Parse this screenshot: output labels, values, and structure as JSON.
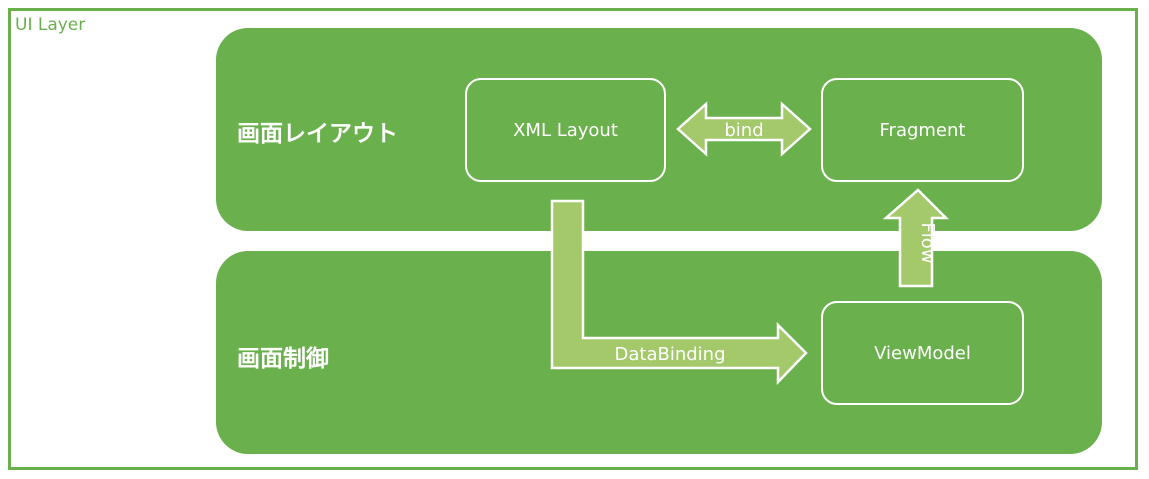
{
  "outer": {
    "label": "UI Layer"
  },
  "layers": {
    "top_label": "画面レイアウト",
    "bottom_label": "画面制御"
  },
  "nodes": {
    "xml_layout": "XML Layout",
    "fragment": "Fragment",
    "viewmodel": "ViewModel"
  },
  "edges": {
    "bind": "bind",
    "flow": "Flow",
    "databinding": "DataBinding"
  },
  "colors": {
    "frame": "#6ab04c",
    "arrow_fill": "#a3c96b",
    "text": "#ffffff"
  }
}
